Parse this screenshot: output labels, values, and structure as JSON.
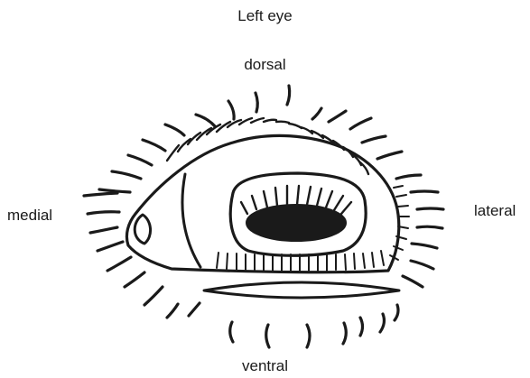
{
  "diagram": {
    "title": "Left eye",
    "orientation": {
      "dorsal": "dorsal",
      "ventral": "ventral",
      "medial": "medial",
      "lateral": "lateral"
    },
    "colors": {
      "ink": "#1a1a1a",
      "background": "#ffffff"
    }
  }
}
